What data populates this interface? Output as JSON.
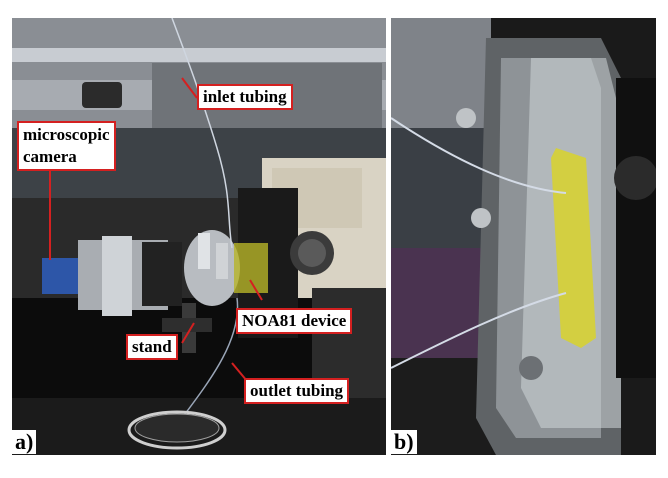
{
  "figure": {
    "panel_a": {
      "tag": "a)",
      "labels": {
        "inlet_tubing": "inlet tubing",
        "microscopic_camera_line1": "microscopic",
        "microscopic_camera_line2": "camera",
        "noa81_device": "NOA81 device",
        "stand": "stand",
        "outlet_tubing": "outlet tubing"
      }
    },
    "panel_b": {
      "tag": "b)"
    },
    "colors": {
      "label_border": "#d42020",
      "arrow": "#d42020"
    }
  }
}
